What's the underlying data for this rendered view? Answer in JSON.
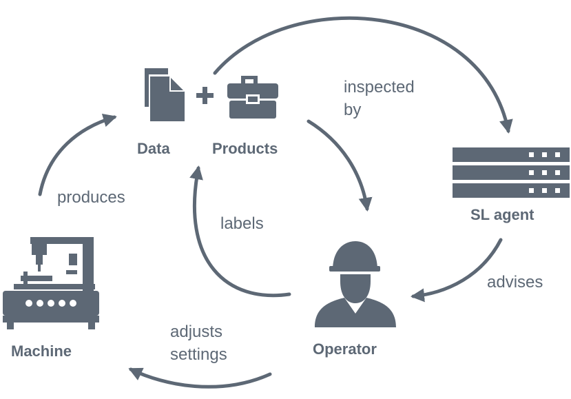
{
  "nodes": {
    "data": "Data",
    "products": "Products",
    "sl_agent": "SL agent",
    "operator": "Operator",
    "machine": "Machine"
  },
  "edges": {
    "produces": "produces",
    "inspected_by": "inspected\nby",
    "labels": "labels",
    "advises": "advises",
    "adjusts_settings": "adjusts\nsettings"
  },
  "icons": {
    "data": "document-icon",
    "plus": "plus-icon",
    "products": "briefcase-icon",
    "sl_agent": "server-icon",
    "operator": "worker-icon",
    "machine": "machine-icon"
  },
  "colors": {
    "icon": "#5d6875",
    "arrow": "#5d6875",
    "text": "#5d6875"
  }
}
